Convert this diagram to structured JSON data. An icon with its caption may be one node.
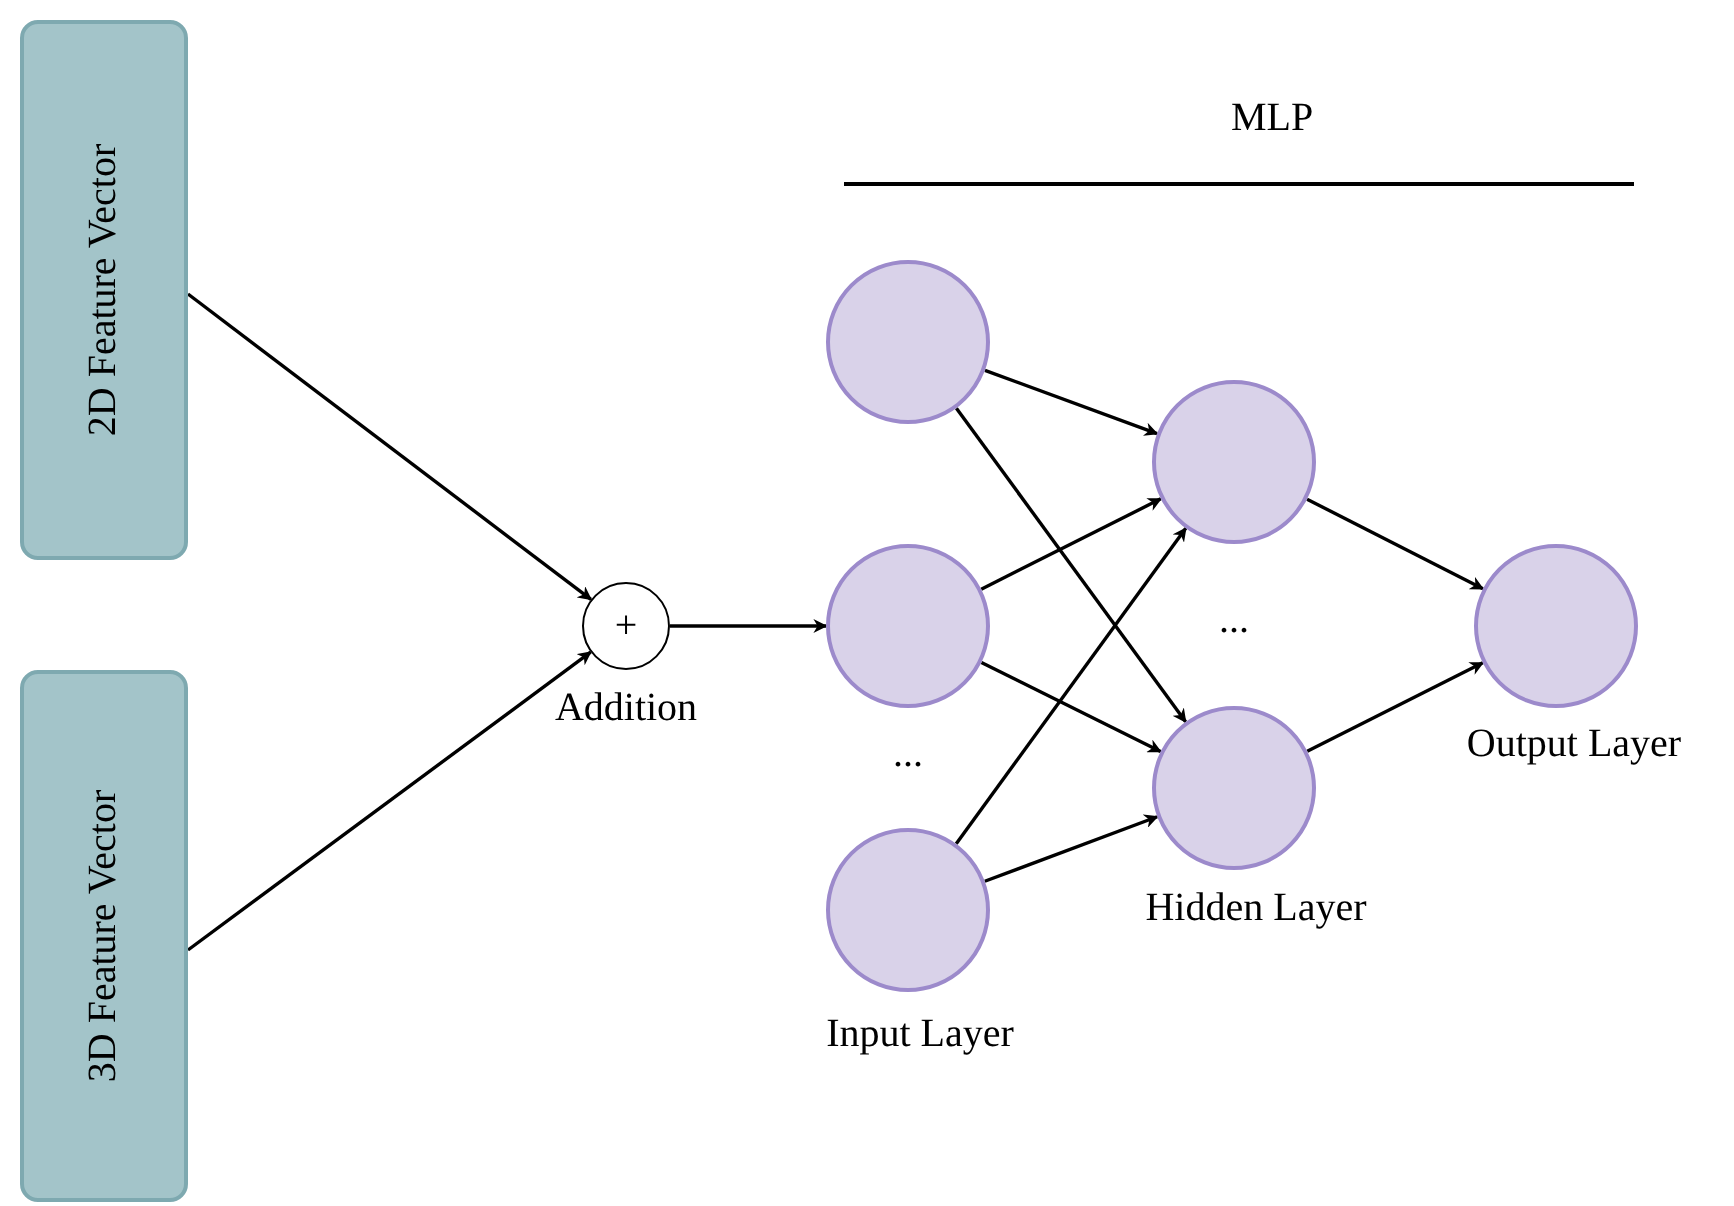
{
  "diagram": {
    "nodes": [
      {
        "text": [
          "2D Feature Vector"
        ]
      },
      {
        "text": [
          "3D Feature Vector"
        ]
      },
      {
        "text": [
          "+"
        ],
        "beside": [
          "Addition"
        ]
      },
      {
        "text": [],
        "shape": "circle"
      },
      {
        "text": [],
        "shape": "circle"
      },
      {
        "text": [],
        "shape": "circle"
      },
      {
        "text": [],
        "shape": "circle"
      },
      {
        "text": [],
        "shape": "circle"
      },
      {
        "text": [],
        "shape": "circle"
      }
    ],
    "edges": [
      {
        "from": 0,
        "to": 2,
        "arrow": "to"
      },
      {
        "from": 1,
        "to": 2,
        "arrow": "to"
      },
      {
        "from": 2,
        "to": 4,
        "arrow": "to"
      },
      {
        "from": 3,
        "to": 6,
        "arrow": "to"
      },
      {
        "from": 3,
        "to": 7,
        "arrow": "to"
      },
      {
        "from": 4,
        "to": 6,
        "arrow": "to"
      },
      {
        "from": 4,
        "to": 7,
        "arrow": "to"
      },
      {
        "from": 5,
        "to": 6,
        "arrow": "to"
      },
      {
        "from": 5,
        "to": 7,
        "arrow": "to"
      },
      {
        "from": 6,
        "to": 8,
        "arrow": "to"
      },
      {
        "from": 7,
        "to": 8,
        "arrow": "to"
      }
    ],
    "labels": [
      "MLP",
      "...",
      "...",
      "Input Layer",
      "Hidden Layer",
      "Output Layer"
    ]
  }
}
